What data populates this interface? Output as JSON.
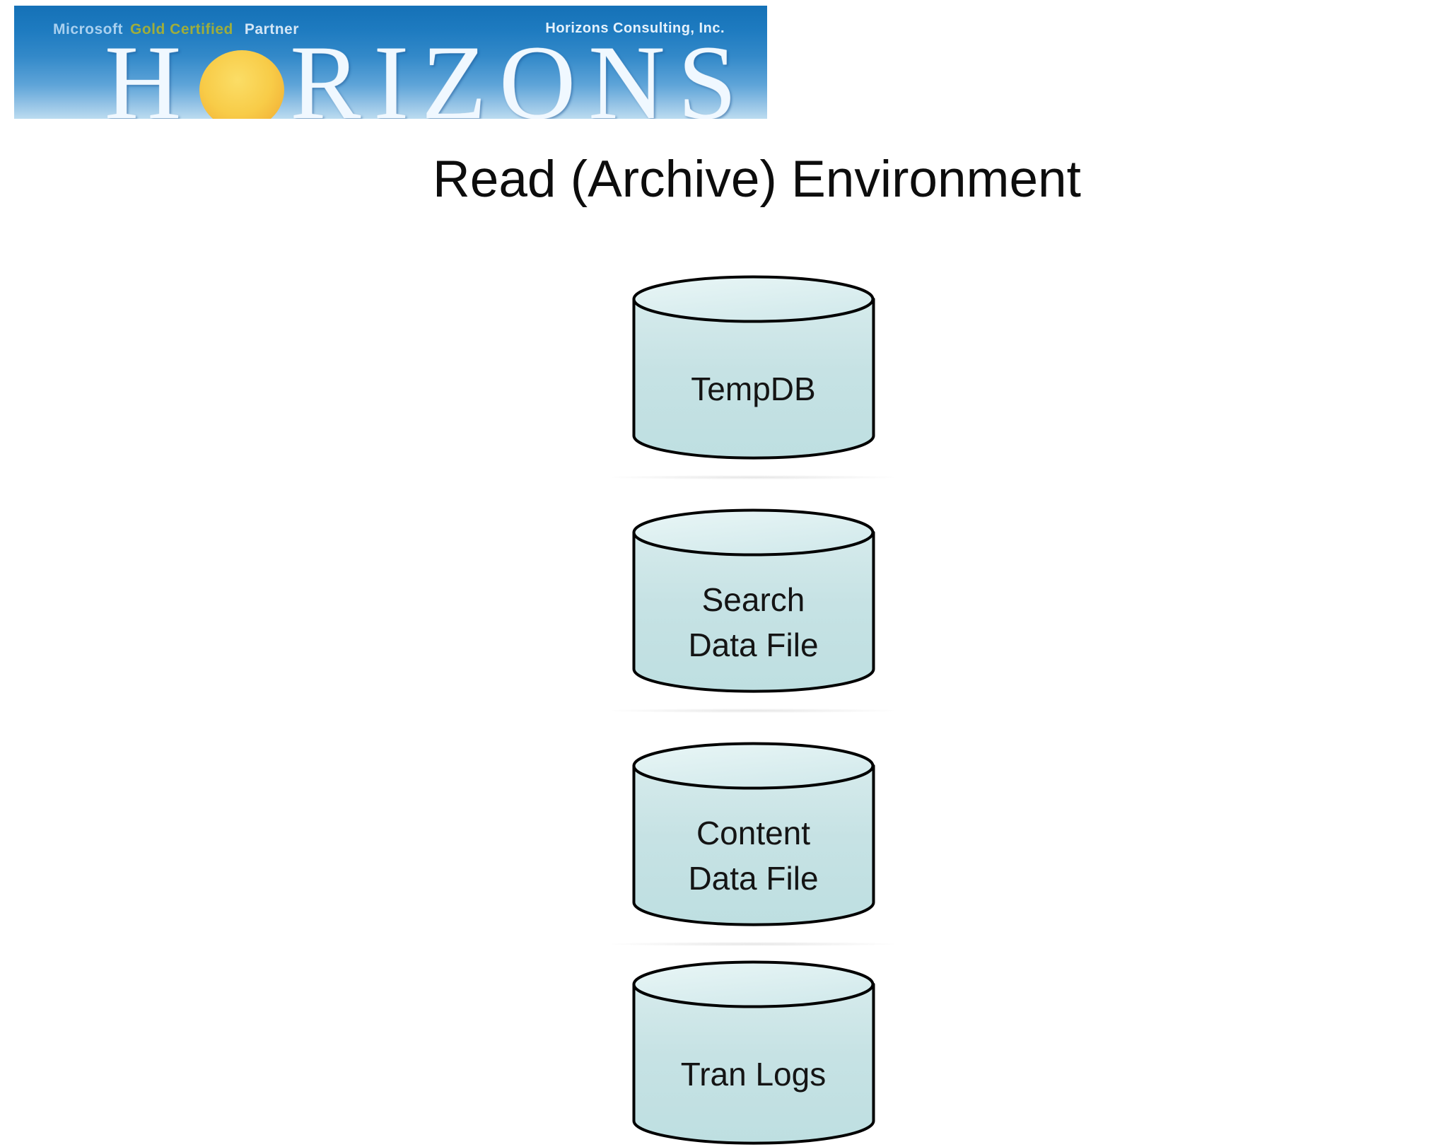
{
  "banner": {
    "certification": {
      "prefix": "Microsoft",
      "highlight": "Gold Certified",
      "suffix": "Partner"
    },
    "company": "Horizons Consulting, Inc.",
    "wordmark": {
      "before_sun": "H",
      "after_sun": "RIZONS"
    },
    "colors": {
      "gradient_top": "#1571b7",
      "gradient_bottom": "#bcdcf0",
      "gold_text": "#9fad3c",
      "sun": "#f8cc48"
    }
  },
  "title": "Read (Archive) Environment",
  "diagram": {
    "cylinders": [
      {
        "id": "tempdb",
        "lines": [
          "TempDB"
        ]
      },
      {
        "id": "search-data-file",
        "lines": [
          "Search",
          "Data File"
        ]
      },
      {
        "id": "content-data-file",
        "lines": [
          "Content",
          "Data File"
        ]
      },
      {
        "id": "tran-logs",
        "lines": [
          "Tran Logs"
        ]
      }
    ],
    "colors": {
      "body_fill": "#c6e2e4",
      "top_fill": "#ddeef0",
      "outline": "#000000"
    }
  },
  "icons": {
    "sun": "sun-icon",
    "database": "database-cylinder-icon"
  }
}
